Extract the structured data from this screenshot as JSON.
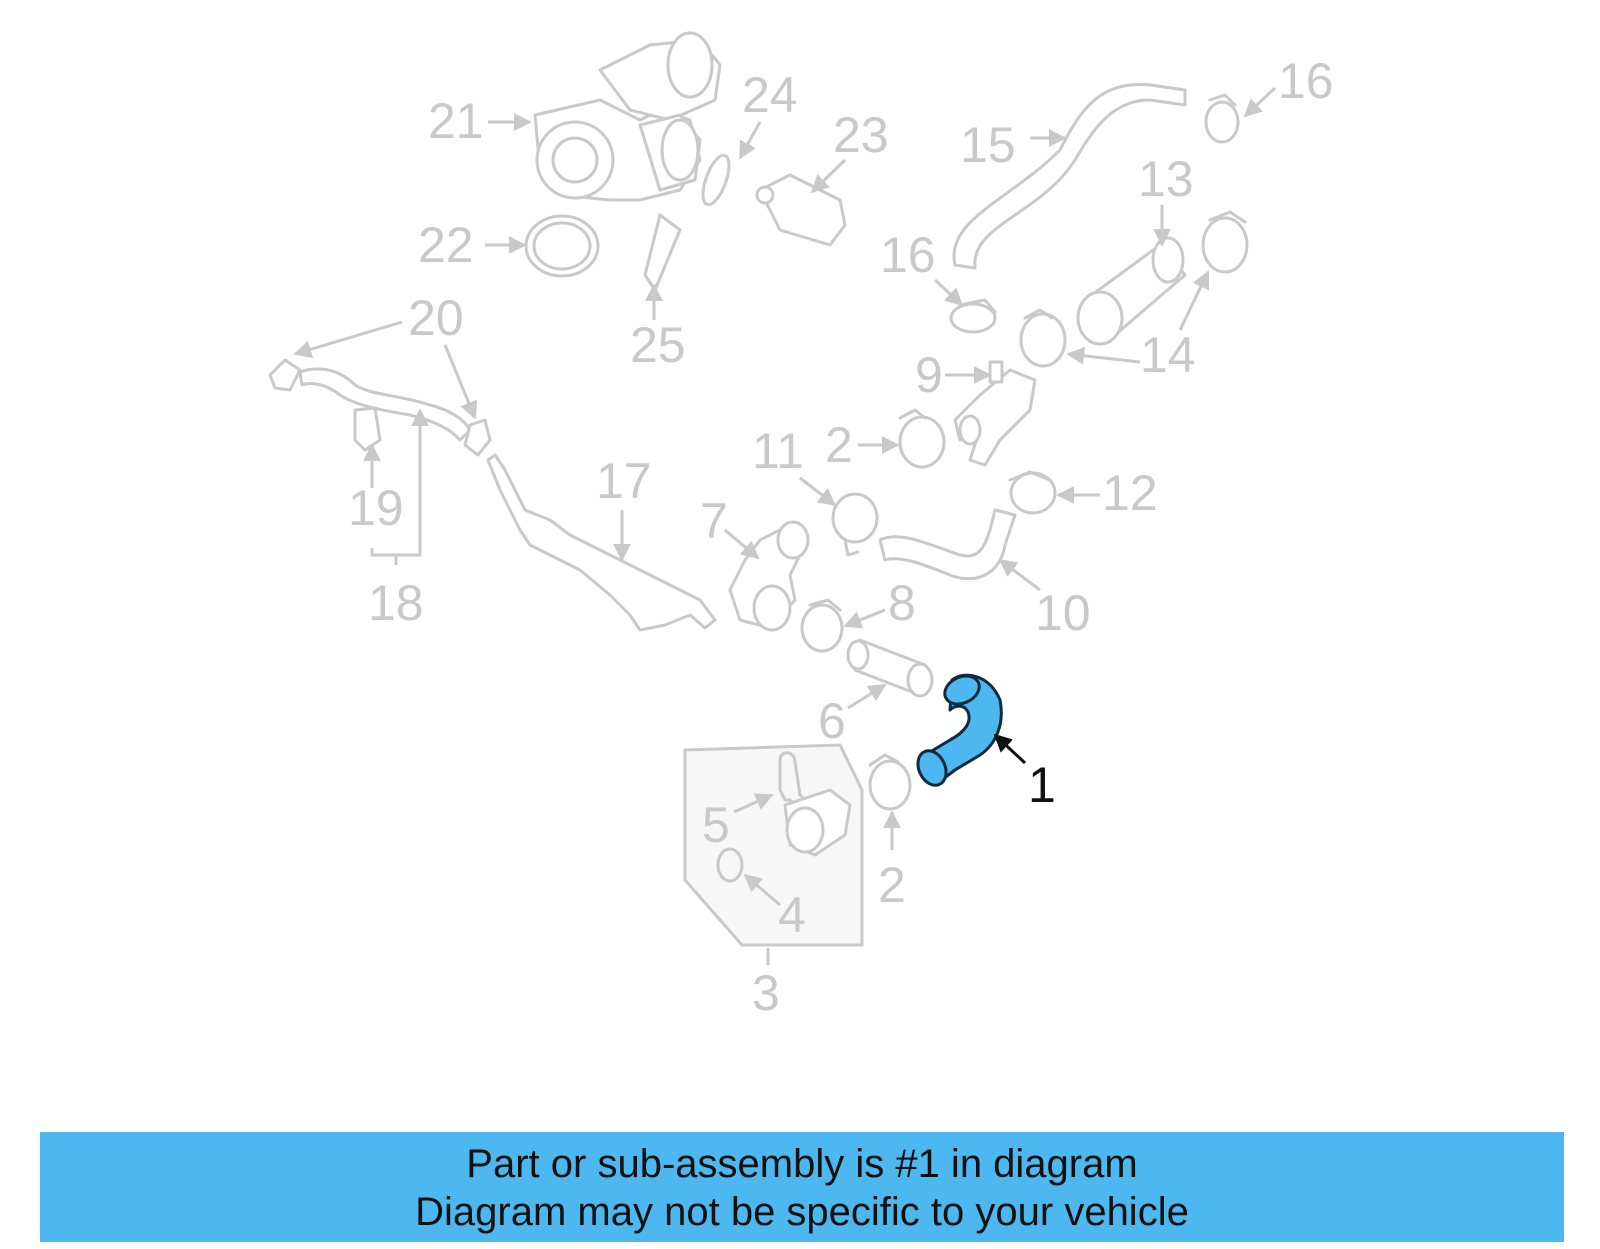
{
  "diagram": {
    "highlight_color": "#4cb8ef",
    "callouts": [
      "21",
      "24",
      "23",
      "16",
      "15",
      "13",
      "22",
      "25",
      "16",
      "14",
      "20",
      "9",
      "2",
      "11",
      "12",
      "19",
      "18",
      "17",
      "7",
      "8",
      "10",
      "6",
      "1",
      "5",
      "2",
      "4",
      "3"
    ]
  },
  "banner": {
    "line1": "Part or sub-assembly is #1 in diagram",
    "line2": "Diagram may not be specific to your vehicle",
    "color": "#4cb8ef"
  }
}
